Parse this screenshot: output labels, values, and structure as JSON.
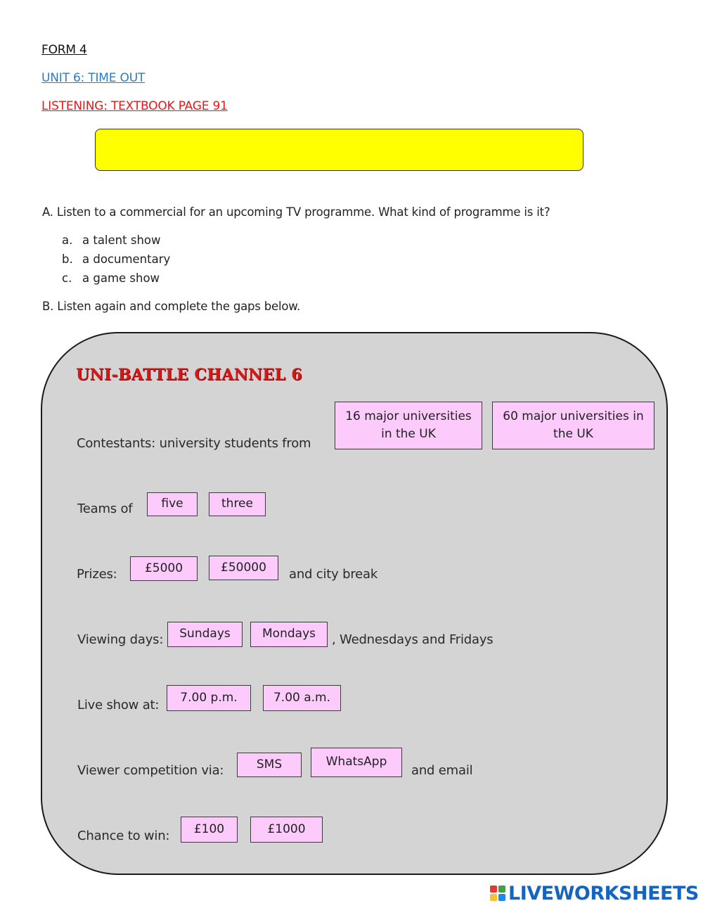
{
  "header": {
    "form": "FORM 4",
    "unit": "UNIT 6: TIME OUT",
    "listening": "LISTENING: TEXTBOOK PAGE 91"
  },
  "question_a": {
    "text": "A. Listen to a commercial for an upcoming TV programme. What kind of programme is it?",
    "options": [
      {
        "letter": "a.",
        "text": "a talent show"
      },
      {
        "letter": "b.",
        "text": "a documentary"
      },
      {
        "letter": "c.",
        "text": "a game show"
      }
    ]
  },
  "question_b": {
    "text": "B. Listen again and complete the gaps below."
  },
  "panel": {
    "title": "UNI-BATTLE CHANNEL 6",
    "contestants": {
      "label": "Contestants: university students from",
      "choices": [
        "16 major universities in the UK",
        "60 major universities in the UK"
      ]
    },
    "teams": {
      "label": "Teams of",
      "choices": [
        "five",
        "three"
      ]
    },
    "prizes": {
      "label": "Prizes:",
      "choices": [
        "£5000",
        "£50000"
      ],
      "suffix": "and city break"
    },
    "viewing_days": {
      "label": "Viewing days:",
      "choices": [
        "Sundays",
        "Mondays"
      ],
      "suffix": ", Wednesdays and Fridays"
    },
    "live_show": {
      "label": "Live show at:",
      "choices": [
        "7.00 p.m.",
        "7.00 a.m."
      ]
    },
    "viewer_competition": {
      "label": "Viewer competition via:",
      "choices": [
        "SMS",
        "WhatsApp"
      ],
      "suffix": "and email"
    },
    "chance_to_win": {
      "label": "Chance to win:",
      "choices": [
        "£100",
        "£1000"
      ]
    }
  },
  "logo": {
    "text": "LIVEWORKSHEETS",
    "colors": [
      "#e53935",
      "#43a047",
      "#fbc02d",
      "#1e88e5"
    ]
  }
}
